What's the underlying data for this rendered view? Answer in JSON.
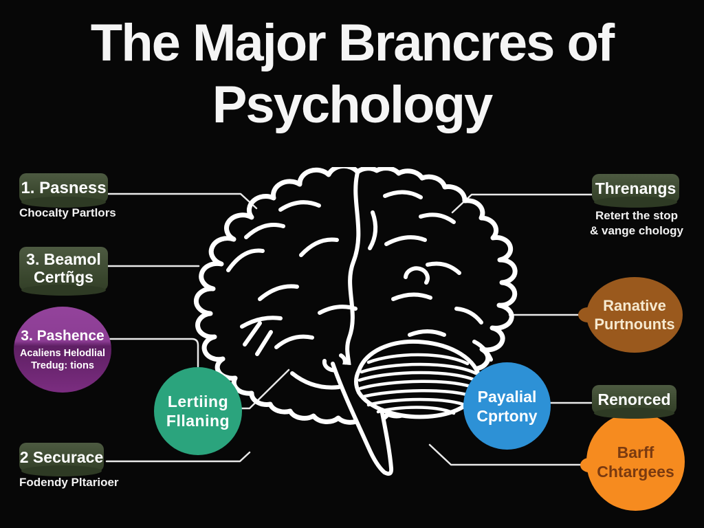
{
  "title": {
    "line1": "The Major Brancres of",
    "line2": "Psychology"
  },
  "nodes": {
    "pasness": {
      "badge": "1. Pasness",
      "caption": "Chocalty Partlors"
    },
    "beamol": {
      "badge_line1": "3. Beamol",
      "badge_line2": "Certñgs"
    },
    "pashence": {
      "title": "3. Pashence",
      "sub_line1": "Acaliens Helodlial",
      "sub_line2": "Tredug: tions"
    },
    "lertiing": {
      "line1": "Lertiing",
      "line2": "Fllaning"
    },
    "securace": {
      "badge": "2 Securace",
      "caption": "Fodendy Pltarioer"
    },
    "threnangs": {
      "badge": "Threnangs",
      "caption_line1": "Retert the stop",
      "caption_line2": "& vange chology"
    },
    "ranative": {
      "line1": "Ranative",
      "line2": "Purtnounts"
    },
    "payalial": {
      "line1": "Payalial",
      "line2": "Cprtony"
    },
    "renorced": {
      "badge": "Renorced"
    },
    "barff": {
      "line1": "Barff",
      "line2": "Chtargees"
    }
  },
  "colors": {
    "background": "#070707",
    "connector_line": "#e9e9e9",
    "badge_green": "#39462d",
    "purple": "#8c3d94",
    "teal": "#2ba47d",
    "blue": "#2d91d6",
    "brown": "#9a591d",
    "orange": "#f68b1f",
    "orange_text": "#7a3a10",
    "cream_text": "#f6e9cf",
    "brain_stroke": "#ffffff"
  }
}
